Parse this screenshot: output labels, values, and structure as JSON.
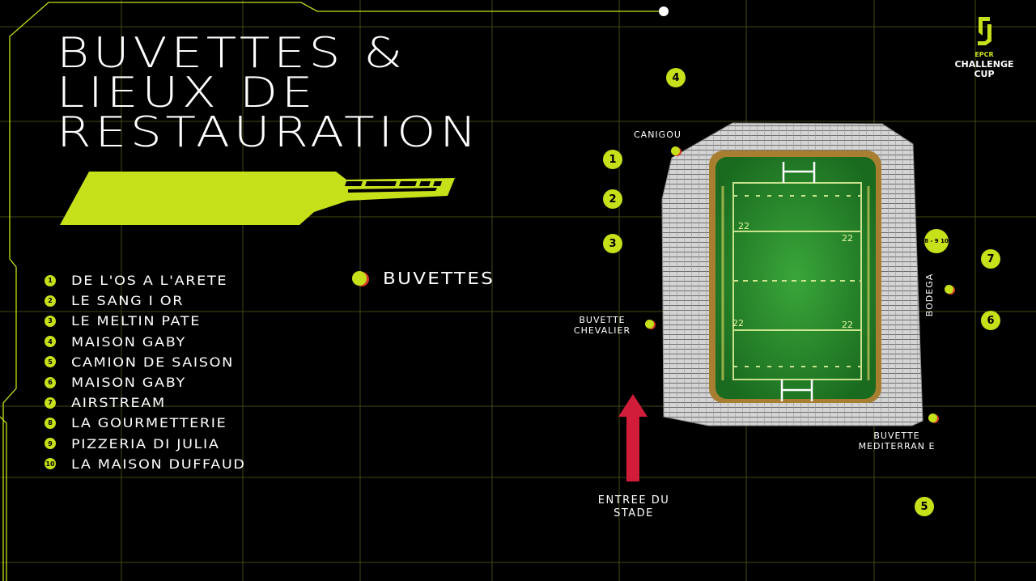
{
  "title": {
    "lines": [
      "BUVETTES &",
      "LIEUX DE",
      "RESTAURATION"
    ]
  },
  "venues": [
    {
      "number": "1",
      "name": "DE L'OS A L'ARETE"
    },
    {
      "number": "2",
      "name": "LE SANG I OR"
    },
    {
      "number": "3",
      "name": "LE MELTIN PATE"
    },
    {
      "number": "4",
      "name": "MAISON GABY"
    },
    {
      "number": "5",
      "name": "CAMION DE SAISON"
    },
    {
      "number": "6",
      "name": "MAISON GABY"
    },
    {
      "number": "7",
      "name": "AIRSTREAM"
    },
    {
      "number": "8",
      "name": "LA GOURMETTERIE"
    },
    {
      "number": "9",
      "name": "PIZZERIA DI JULIA"
    },
    {
      "number": "10",
      "name": "LA MAISON DUFFAUD"
    }
  ],
  "legend": {
    "label": "BUVETTES"
  },
  "map": {
    "markers": {
      "m1": "1",
      "m2": "2",
      "m3": "3",
      "m4": "4",
      "m5": "5",
      "m6": "6",
      "m7": "7",
      "m8910": "8 - 9 10"
    },
    "buvettes": {
      "canigou": "CANIGOU",
      "chevalier_1": "BUVETTE",
      "chevalier_2": "CHEVALIER",
      "bodega": "BODEGA",
      "mediterranee_1": "BUVETTE",
      "mediterranee_2": "MEDITERRAN E"
    },
    "entrance_1": "ENTREE DU",
    "entrance_2": "STADE",
    "line_labels": {
      "top_left": "22",
      "top_right": "22",
      "bottom_left": "22",
      "bottom_right": "22"
    }
  },
  "logo": {
    "line1": "EPCR",
    "line2": "CHALLENGE",
    "line3": "CUP"
  },
  "colors": {
    "accent": "#c6e01a",
    "background": "#000000",
    "arrow": "#d11d3a",
    "dot_shadow": "#d63a2a",
    "grid": "#4a5416"
  }
}
